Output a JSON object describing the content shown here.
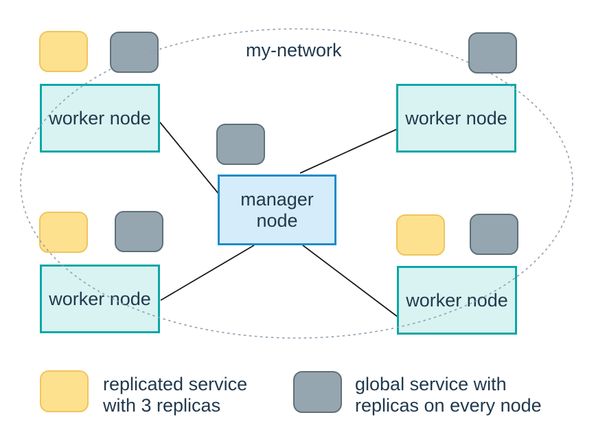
{
  "diagram": {
    "network_label": "my-network",
    "manager": {
      "line1": "manager",
      "line2": "node"
    },
    "worker_label": "worker node",
    "legend": {
      "replicated": {
        "line1": "replicated service",
        "line2": "with 3 replicas"
      },
      "global": {
        "line1": "global service with",
        "line2": "replicas on every node"
      }
    },
    "colors": {
      "replicated_fill": "#fde18f",
      "replicated_border": "#f0c45c",
      "global_fill": "#96a6b1",
      "global_border": "#5f7079",
      "worker_fill": "#d8f3f1",
      "worker_border": "#0ca6a6",
      "manager_fill": "#d5ecfa",
      "manager_border": "#1e8bc8",
      "network_dash": "#8fa0b0",
      "connector_line": "#1a1a1a",
      "text": "#21394e"
    }
  }
}
